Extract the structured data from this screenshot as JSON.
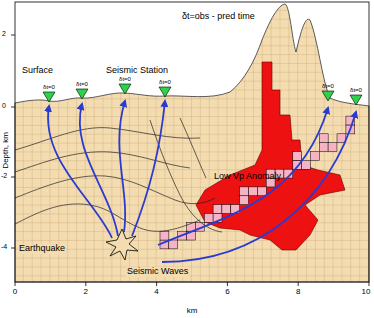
{
  "diagram": {
    "labels": [
      "δt=obs - pred time",
      "Surface",
      "Seismic Station",
      "δt=0",
      "δt=0",
      "δt=0",
      "δt=0",
      "δt=0",
      "δt=0",
      "Low Vp Anomaly",
      "Earthquake",
      "Seismic Waves",
      "Depth, km",
      "km",
      "0",
      "2",
      "4",
      "6",
      "8",
      "10",
      "2",
      "0",
      "-2",
      "-4"
    ]
  }
}
